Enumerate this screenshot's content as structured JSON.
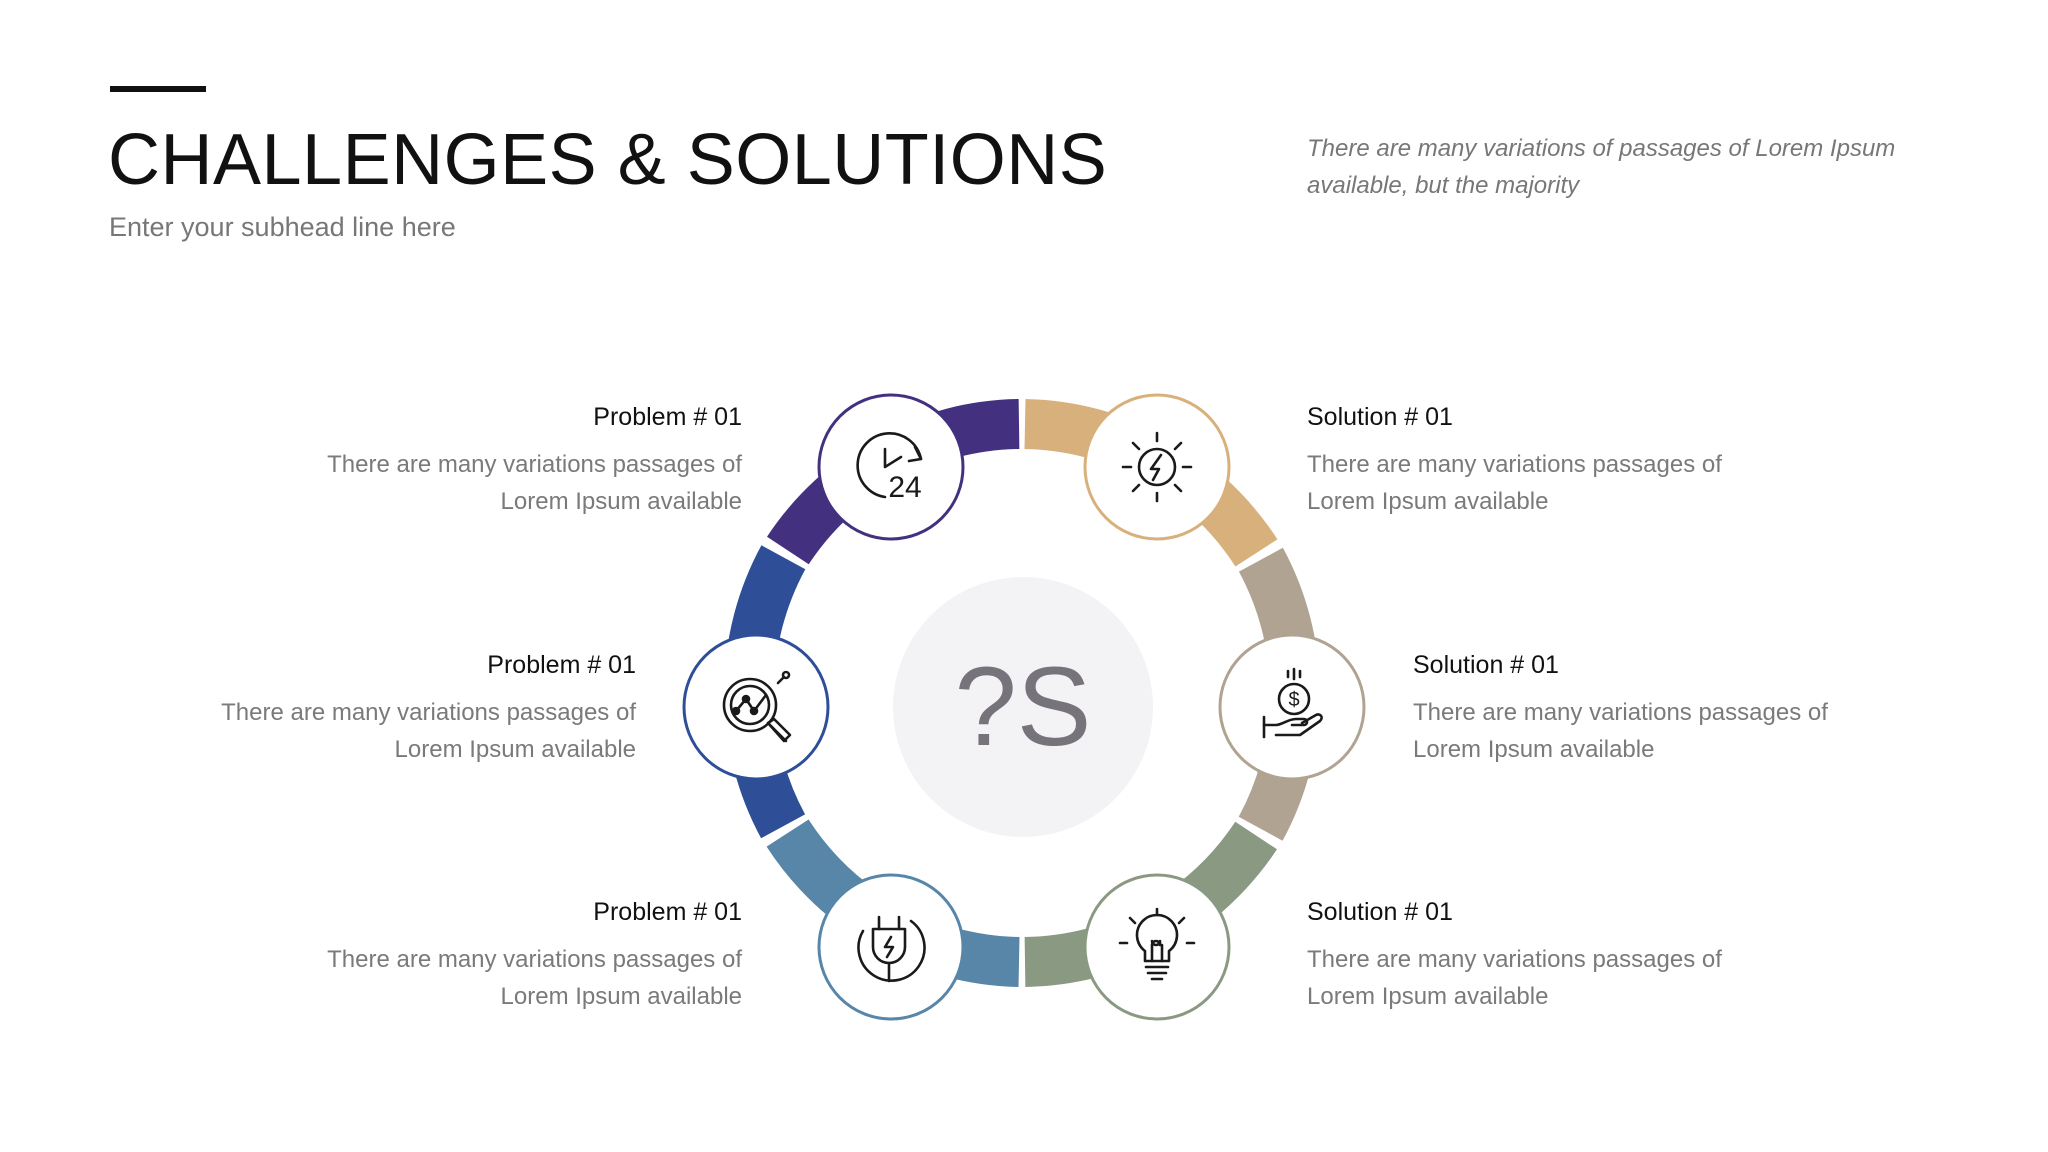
{
  "header": {
    "title": "CHALLENGES & SOLUTIONS",
    "subhead": "Enter your subhead line here",
    "intro": "There are many variations of passages of Lorem Ipsum available, but the majority"
  },
  "diagram": {
    "center_text": "?S",
    "colors": {
      "purple": "#43317F",
      "blue": "#2E4E98",
      "steel": "#5786A8",
      "sage": "#8A9A82",
      "taupe": "#B0A392",
      "tan": "#D8B07C",
      "center_fill": "#F3F2F5",
      "center_text": "#77737A"
    },
    "problems": [
      {
        "title": "Problem # 01",
        "line1": "There are many variations passages of",
        "line2": "Lorem Ipsum available",
        "icon": "clock-24-icon"
      },
      {
        "title": "Problem # 01",
        "line1": "There are many variations passages of",
        "line2": "Lorem Ipsum available",
        "icon": "magnifier-chart-icon"
      },
      {
        "title": "Problem # 01",
        "line1": "There are many variations passages of",
        "line2": "Lorem Ipsum available",
        "icon": "power-plug-icon"
      }
    ],
    "solutions": [
      {
        "title": "Solution # 01",
        "line1": "There are many variations passages of",
        "line2": "Lorem Ipsum available",
        "icon": "sun-bolt-icon"
      },
      {
        "title": "Solution # 01",
        "line1": "There are many variations passages of",
        "line2": "Lorem Ipsum available",
        "icon": "hand-coin-icon"
      },
      {
        "title": "Solution # 01",
        "line1": "There are many variations passages of",
        "line2": "Lorem Ipsum available",
        "icon": "lightbulb-icon"
      }
    ]
  }
}
